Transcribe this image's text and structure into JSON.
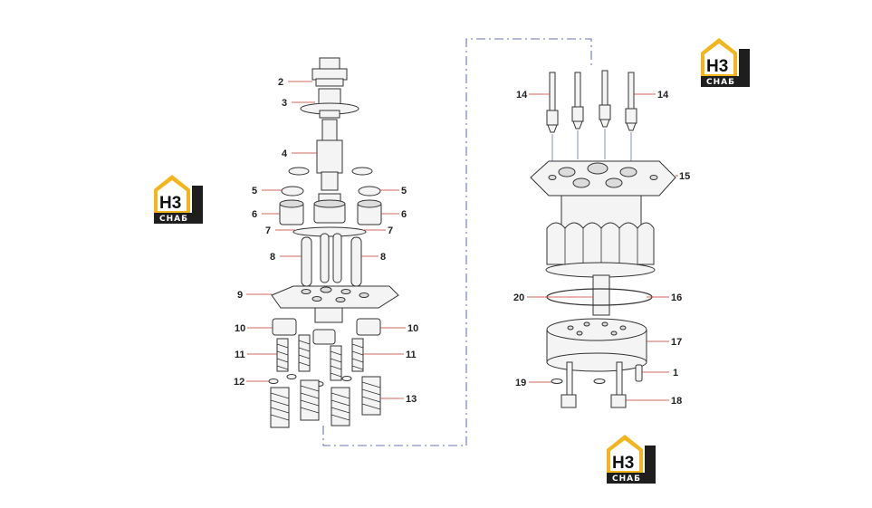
{
  "colors": {
    "leader": "#c0392b",
    "logo_yellow": "#f2b51c",
    "logo_dark": "#1e1e1e",
    "chain_line": "#6b74b8"
  },
  "logos": [
    {
      "text": "H3",
      "sub": "CHAБ"
    },
    {
      "text": "H3",
      "sub": "CHAБ"
    },
    {
      "text": "H3",
      "sub": "CHAБ"
    }
  ],
  "labels": {
    "n1": "1",
    "n2": "2",
    "n3": "3",
    "n4": "4",
    "n5a": "5",
    "n5b": "5",
    "n6a": "6",
    "n6b": "6",
    "n7a": "7",
    "n7b": "7",
    "n8a": "8",
    "n8b": "8",
    "n9": "9",
    "n10a": "10",
    "n10b": "10",
    "n11a": "11",
    "n11b": "11",
    "n12": "12",
    "n13": "13",
    "n14a": "14",
    "n14b": "14",
    "n15": "15",
    "n16": "16",
    "n17": "17",
    "n18": "18",
    "n19": "19",
    "n20": "20"
  }
}
